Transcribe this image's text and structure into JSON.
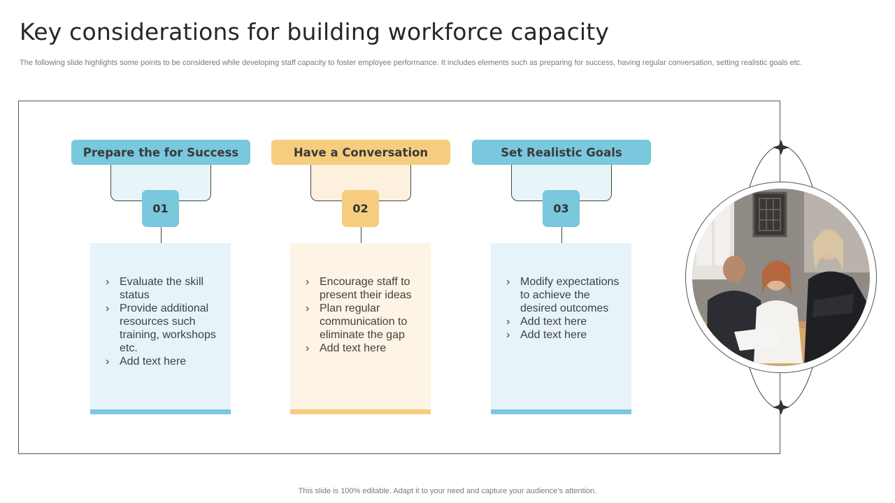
{
  "title": "Key considerations for building workforce capacity",
  "subtitle": "The following slide highlights some points to be considered while developing staff capacity to foster employee performance. It includes elements such as preparing for success, having regular conversation, setting realistic goals etc.",
  "bullet_glyph": "›",
  "cards": [
    {
      "header": "Prepare the for Success",
      "number": "01",
      "bullets": [
        "Evaluate the skill status",
        "Provide additional resources such training, workshops etc.",
        "Add text here"
      ]
    },
    {
      "header": "Have a Conversation",
      "number": "02",
      "bullets": [
        "Encourage staff to present their ideas",
        "Plan regular communication to eliminate the gap",
        "Add text here"
      ]
    },
    {
      "header": "Set Realistic Goals",
      "number": "03",
      "bullets": [
        "Modify expectations to achieve the desired outcomes",
        "Add text here",
        "Add text here"
      ]
    }
  ],
  "colors": {
    "blue": "#79c8dd",
    "gold": "#f6cd7f"
  },
  "footer": "This slide is 100% editable. Adapt it to your need and capture your audience’s attention."
}
